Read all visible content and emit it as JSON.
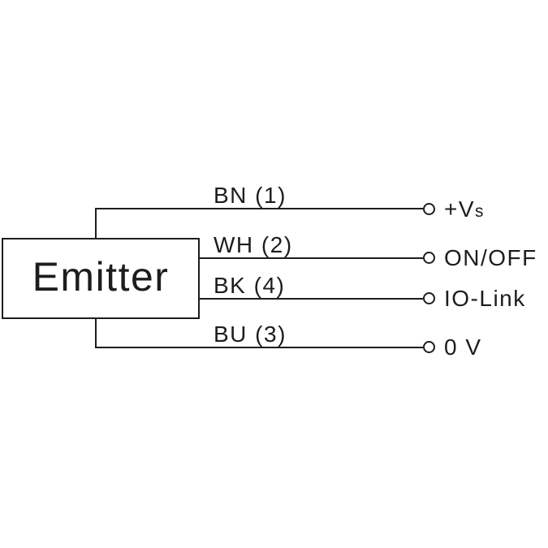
{
  "page": {
    "background_color": "#ffffff",
    "line_color": "#1d1d1d"
  },
  "device": {
    "label": "Emitter"
  },
  "wires": [
    {
      "wire_label": "BN (1)",
      "terminal_label": "+V",
      "terminal_suffix": "s"
    },
    {
      "wire_label": "WH (2)",
      "terminal_label": "ON/OFF",
      "terminal_suffix": ""
    },
    {
      "wire_label": "BK (4)",
      "terminal_label": "IO-Link",
      "terminal_suffix": ""
    },
    {
      "wire_label": "BU (3)",
      "terminal_label": "0 V",
      "terminal_suffix": ""
    }
  ]
}
